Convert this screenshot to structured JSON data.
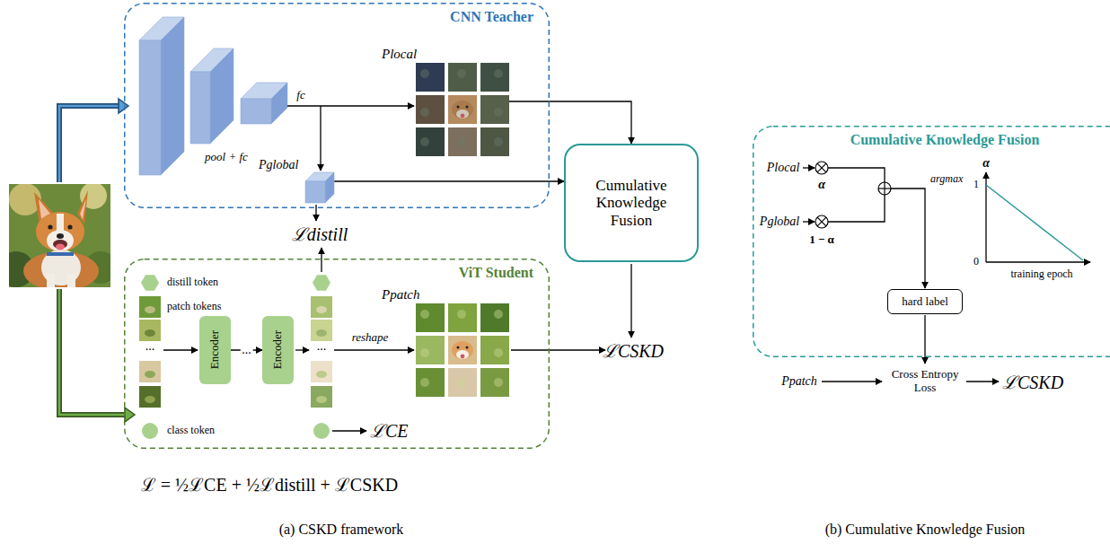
{
  "diagram": {
    "nodes": [
      {
        "text": [
          "CNN Teacher"
        ]
      },
      {
        "text": [
          "Plocal"
        ],
        "in": 0
      },
      {
        "text": [
          "Pglobal"
        ],
        "in": 0
      },
      {
        "text": [
          "Cumulative Knowledge Fusion"
        ]
      },
      {
        "text": [
          "ViT Student"
        ]
      },
      {
        "text": [
          "Encoder"
        ],
        "in": 4
      },
      {
        "text": [
          "Encoder"
        ],
        "in": 4
      },
      {
        "text": [
          "Ppatch"
        ],
        "in": 4
      },
      {
        "text": [
          "Cumulative Knowledge Fusion"
        ]
      },
      {
        "text": [
          "hard label"
        ],
        "in": 8
      }
    ],
    "edges": [
      {
        "from": 1,
        "to": 3,
        "arrow": "to"
      },
      {
        "from": 2,
        "to": 3,
        "arrow": "to"
      },
      {
        "from": 5,
        "to": 6,
        "arrow": "to",
        "label": "..."
      }
    ],
    "labels": [
      "fc",
      "pool + fc",
      "ℒdistill",
      "distill token",
      "patch tokens",
      "...",
      "class token",
      "...",
      "reshape",
      "ℒCE",
      "ℒCSKD",
      "ℒ = ½ℒCE + ½ℒdistill + ℒCSKD",
      "(a) CSKD framework",
      "Plocal",
      "α",
      "Pglobal",
      "1 − α",
      "argmax",
      "α",
      "1",
      "0",
      "training epoch",
      "Ppatch",
      "Cross Entropy Loss",
      "ℒCSKD",
      "(b) Cumulative Knowledge Fusion"
    ]
  }
}
